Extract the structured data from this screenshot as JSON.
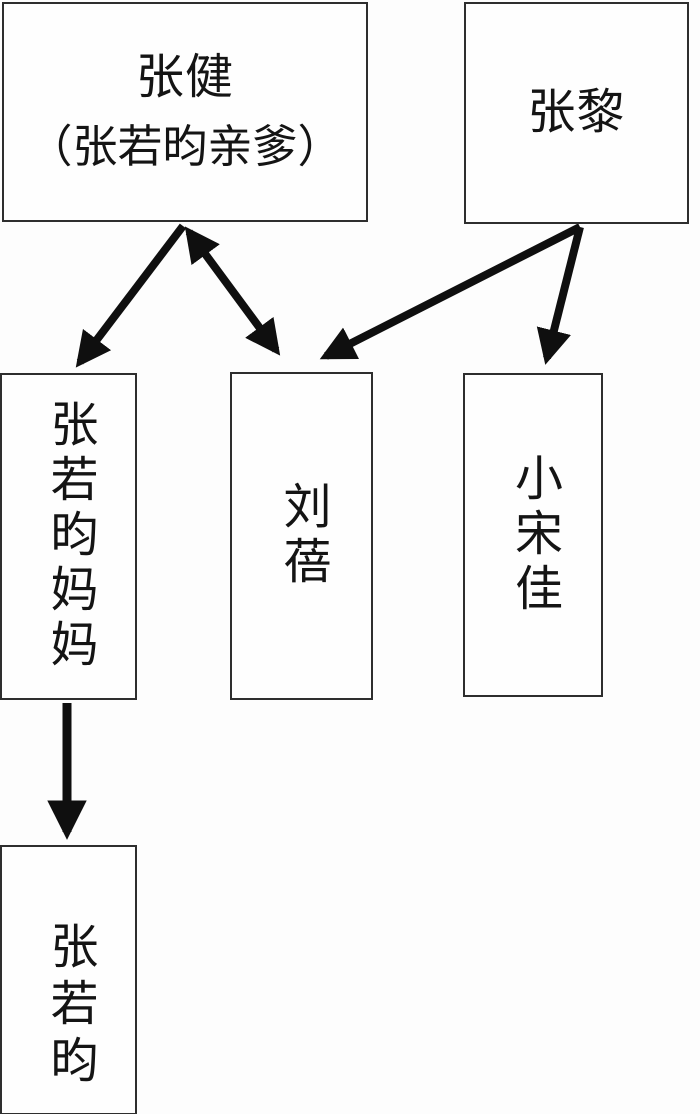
{
  "diagram": {
    "title": "relationship-diagram",
    "nodes": [
      {
        "id": "zhangjian",
        "label": "张健",
        "sublabel": "（张若昀亲爹）",
        "orientation": "horizontal"
      },
      {
        "id": "zhangli",
        "label": "张黎",
        "orientation": "horizontal"
      },
      {
        "id": "mom",
        "label": "张若昀妈妈",
        "orientation": "vertical"
      },
      {
        "id": "liubei",
        "label": "刘蓓",
        "orientation": "vertical"
      },
      {
        "id": "songjia",
        "label": "小宋佳",
        "orientation": "vertical"
      },
      {
        "id": "zhangruoyun",
        "label": "张若昀",
        "orientation": "vertical"
      }
    ],
    "edges": [
      {
        "from": "zhangjian",
        "to": "mom",
        "direction": "one-way"
      },
      {
        "from": "zhangjian",
        "to": "liubei",
        "direction": "two-way"
      },
      {
        "from": "zhangli",
        "to": "liubei",
        "direction": "one-way"
      },
      {
        "from": "zhangli",
        "to": "songjia",
        "direction": "one-way"
      },
      {
        "from": "mom",
        "to": "zhangruoyun",
        "direction": "one-way"
      }
    ],
    "colors": {
      "background": "#fdfdfd",
      "box_border": "#2e2e2e",
      "arrow": "#0f0f0f",
      "text": "#141414"
    }
  }
}
